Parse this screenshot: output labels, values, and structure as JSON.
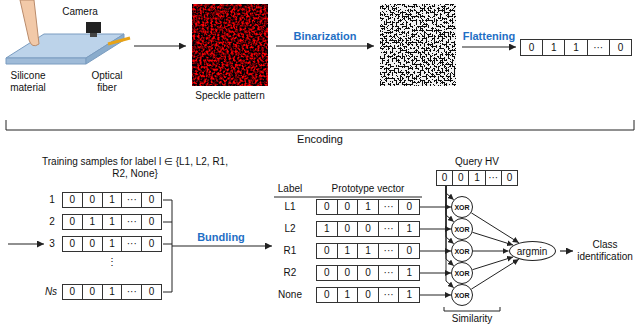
{
  "diagram": {
    "nodes": [
      {
        "text": [
          "0",
          "1",
          "1",
          "···",
          "0"
        ]
      },
      {
        "text": [
          "0",
          "0",
          "1",
          "···",
          "0"
        ]
      },
      {
        "text": [
          "0",
          "1",
          "1",
          "···",
          "0"
        ]
      },
      {
        "text": [
          "0",
          "0",
          "1",
          "···",
          "0"
        ]
      },
      {
        "text": [
          "0",
          "0",
          "1",
          "···",
          "0"
        ]
      },
      {
        "text": [
          "0",
          "0",
          "1",
          "···",
          "0"
        ]
      },
      {
        "text": [
          "1",
          "0",
          "0",
          "···",
          "1"
        ]
      },
      {
        "text": [
          "0",
          "1",
          "1",
          "···",
          "0"
        ]
      },
      {
        "text": [
          "0",
          "0",
          "0",
          "···",
          "1"
        ]
      },
      {
        "text": [
          "0",
          "1",
          "0",
          "···",
          "1"
        ]
      },
      {
        "text": [
          "0",
          "0",
          "1",
          "···",
          "0"
        ]
      },
      {
        "text": [
          "XOR"
        ]
      },
      {
        "text": [
          "XOR"
        ]
      },
      {
        "text": [
          "XOR"
        ]
      },
      {
        "text": [
          "XOR"
        ]
      },
      {
        "text": [
          "XOR"
        ]
      },
      {
        "text": [
          "argmin"
        ]
      }
    ],
    "edges": [
      {
        "from": 5,
        "to": 11,
        "arrow": "to"
      },
      {
        "from": 6,
        "to": 12,
        "arrow": "to"
      },
      {
        "from": 7,
        "to": 13,
        "arrow": "to"
      },
      {
        "from": 8,
        "to": 14,
        "arrow": "to"
      },
      {
        "from": 9,
        "to": 15,
        "arrow": "to"
      },
      {
        "from": 10,
        "to": 11,
        "arrow": "to"
      },
      {
        "from": 10,
        "to": 12,
        "arrow": "to"
      },
      {
        "from": 10,
        "to": 13,
        "arrow": "to"
      },
      {
        "from": 10,
        "to": 14,
        "arrow": "to"
      },
      {
        "from": 10,
        "to": 15,
        "arrow": "to"
      },
      {
        "from": 11,
        "to": 16,
        "arrow": "to"
      },
      {
        "from": 12,
        "to": 16,
        "arrow": "to"
      },
      {
        "from": 13,
        "to": 16,
        "arrow": "to"
      },
      {
        "from": 14,
        "to": 16,
        "arrow": "to"
      },
      {
        "from": 15,
        "to": 16,
        "arrow": "to"
      }
    ],
    "labels": [
      "Camera",
      "Silicone material",
      "Optical fiber",
      "Speckle pattern",
      "Binarization",
      "Flattening",
      "Encoding",
      "Training samples for label l ∈ {L1, L2, R1, R2, None}",
      "1",
      "2",
      "3",
      "⋮",
      "Ns",
      "Bundling",
      "Label",
      "Prototype vector",
      "L1",
      "L2",
      "R1",
      "R2",
      "None",
      "Query HV",
      "Similarity",
      "Class identification"
    ]
  }
}
